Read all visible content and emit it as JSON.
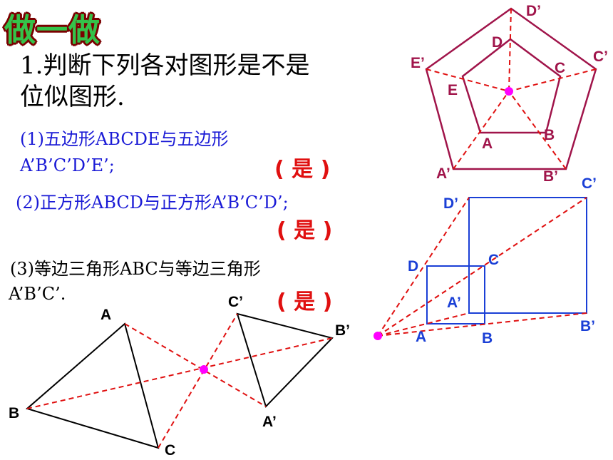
{
  "title": "做一做",
  "question": {
    "line1": "1.判断下列各对图形是不是",
    "line2": "位似图形."
  },
  "items": [
    {
      "line1": "(1)五边形ABCDE与五边形",
      "line2": "A’B’C’D’E’;",
      "answer": "( 是 )"
    },
    {
      "line1": "(2)正方形ABCD与正方形A’B’C’D’;",
      "answer": "( 是 )"
    },
    {
      "line1": "(3)等边三角形ABC与等边三角形",
      "line2": "A’B’C’.",
      "answer": "( 是 )"
    }
  ],
  "colors": {
    "title_fill": "#34c34a",
    "title_outline": "#7a0000",
    "blue_text": "#1a1ad6",
    "answer": "#e01010",
    "pentagon": "#a0144a",
    "square": "#1a3fd6",
    "projection_line": "#e01010",
    "center_point": "#ff00ff"
  },
  "pentagon_labels": {
    "outer": [
      "A’",
      "B’",
      "C’",
      "D’",
      "E’"
    ],
    "inner": [
      "A",
      "B",
      "C",
      "D",
      "E"
    ]
  },
  "square_labels": {
    "outer": [
      "A’",
      "B’",
      "C’",
      "D’"
    ],
    "inner": [
      "A",
      "B",
      "C",
      "D"
    ]
  },
  "triangle_labels": {
    "left": [
      "A",
      "B",
      "C"
    ],
    "right": [
      "A’",
      "B’",
      "C’"
    ]
  }
}
